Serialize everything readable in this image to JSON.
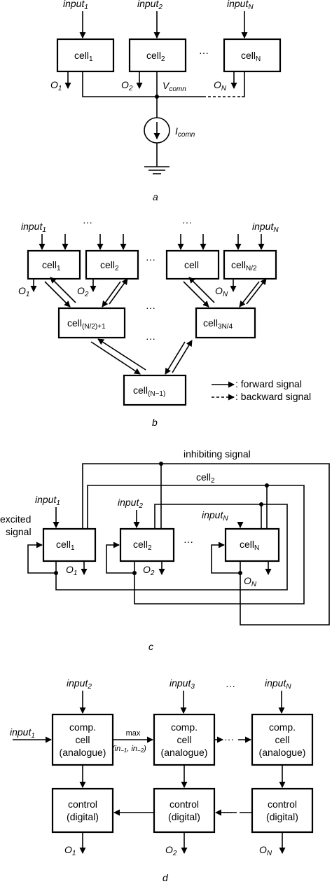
{
  "a": {
    "caption": "a",
    "input1": "input",
    "input1_sub": "1",
    "input2": "input",
    "input2_sub": "2",
    "inputN": "input",
    "inputN_sub": "N",
    "cell1": "cell",
    "cell1_sub": "1",
    "cell2": "cell",
    "cell2_sub": "2",
    "cellN": "cell",
    "cellN_sub": "N",
    "dots": "···",
    "o1": "O",
    "o1_sub": "1",
    "o2": "O",
    "o2_sub": "2",
    "oN": "O",
    "oN_sub": "N",
    "vcomn": "V",
    "vcomn_sub": "comn",
    "icomn": "I",
    "icomn_sub": "comn"
  },
  "b": {
    "caption": "b",
    "input1": "input",
    "input1_sub": "1",
    "inputN": "input",
    "inputN_sub": "N",
    "dots": "···",
    "cell1": "cell",
    "cell1_sub": "1",
    "cell2": "cell",
    "cell2_sub": "2",
    "cellmid": "cell",
    "cellN2": "cell",
    "cellN2_sub": "N/2",
    "cellA": "cell",
    "cellA_sub": "(N/2)+1",
    "cellB": "cell",
    "cellB_sub": "3N/4",
    "cellC": "cell",
    "cellC_sub": "(N−1)",
    "o1": "O",
    "o1_sub": "1",
    "o2": "O",
    "o2_sub": "2",
    "oN": "O",
    "oN_sub": "N",
    "legend_forward": ": forward signal",
    "legend_backward": ": backward signal"
  },
  "c": {
    "caption": "c",
    "inhibiting": "inhibiting signal",
    "cell2_top": "cell",
    "cell2_top_sub": "2",
    "excited1": "excited",
    "excited2": "signal",
    "input1": "input",
    "input1_sub": "1",
    "input2": "input",
    "input2_sub": "2",
    "inputN": "input",
    "inputN_sub": "N",
    "cell1": "cell",
    "cell1_sub": "1",
    "cell2": "cell",
    "cell2_sub": "2",
    "cellN": "cell",
    "cellN_sub": "N",
    "dots": "···",
    "o1": "O",
    "o1_sub": "1",
    "o2": "O",
    "o2_sub": "2",
    "oN": "O",
    "oN_sub": "N"
  },
  "d": {
    "caption": "d",
    "input1": "input",
    "input1_sub": "1",
    "input2": "input",
    "input2_sub": "2",
    "input3": "input",
    "input3_sub": "3",
    "inputN": "input",
    "inputN_sub": "N",
    "dots": "···",
    "comp_l1": "comp.",
    "comp_l2": "cell",
    "comp_l3": "(analogue)",
    "ctrl_l1": "control",
    "ctrl_l2": "(digital)",
    "max_l1": "max",
    "max_l2": "(in",
    "max_l2_sub": "−1",
    "max_l2_mid": ", in",
    "max_l2_sub2": "−2",
    "max_l2_end": ")",
    "o1": "O",
    "o1_sub": "1",
    "o2": "O",
    "o2_sub": "2",
    "oN": "O",
    "oN_sub": "N"
  }
}
